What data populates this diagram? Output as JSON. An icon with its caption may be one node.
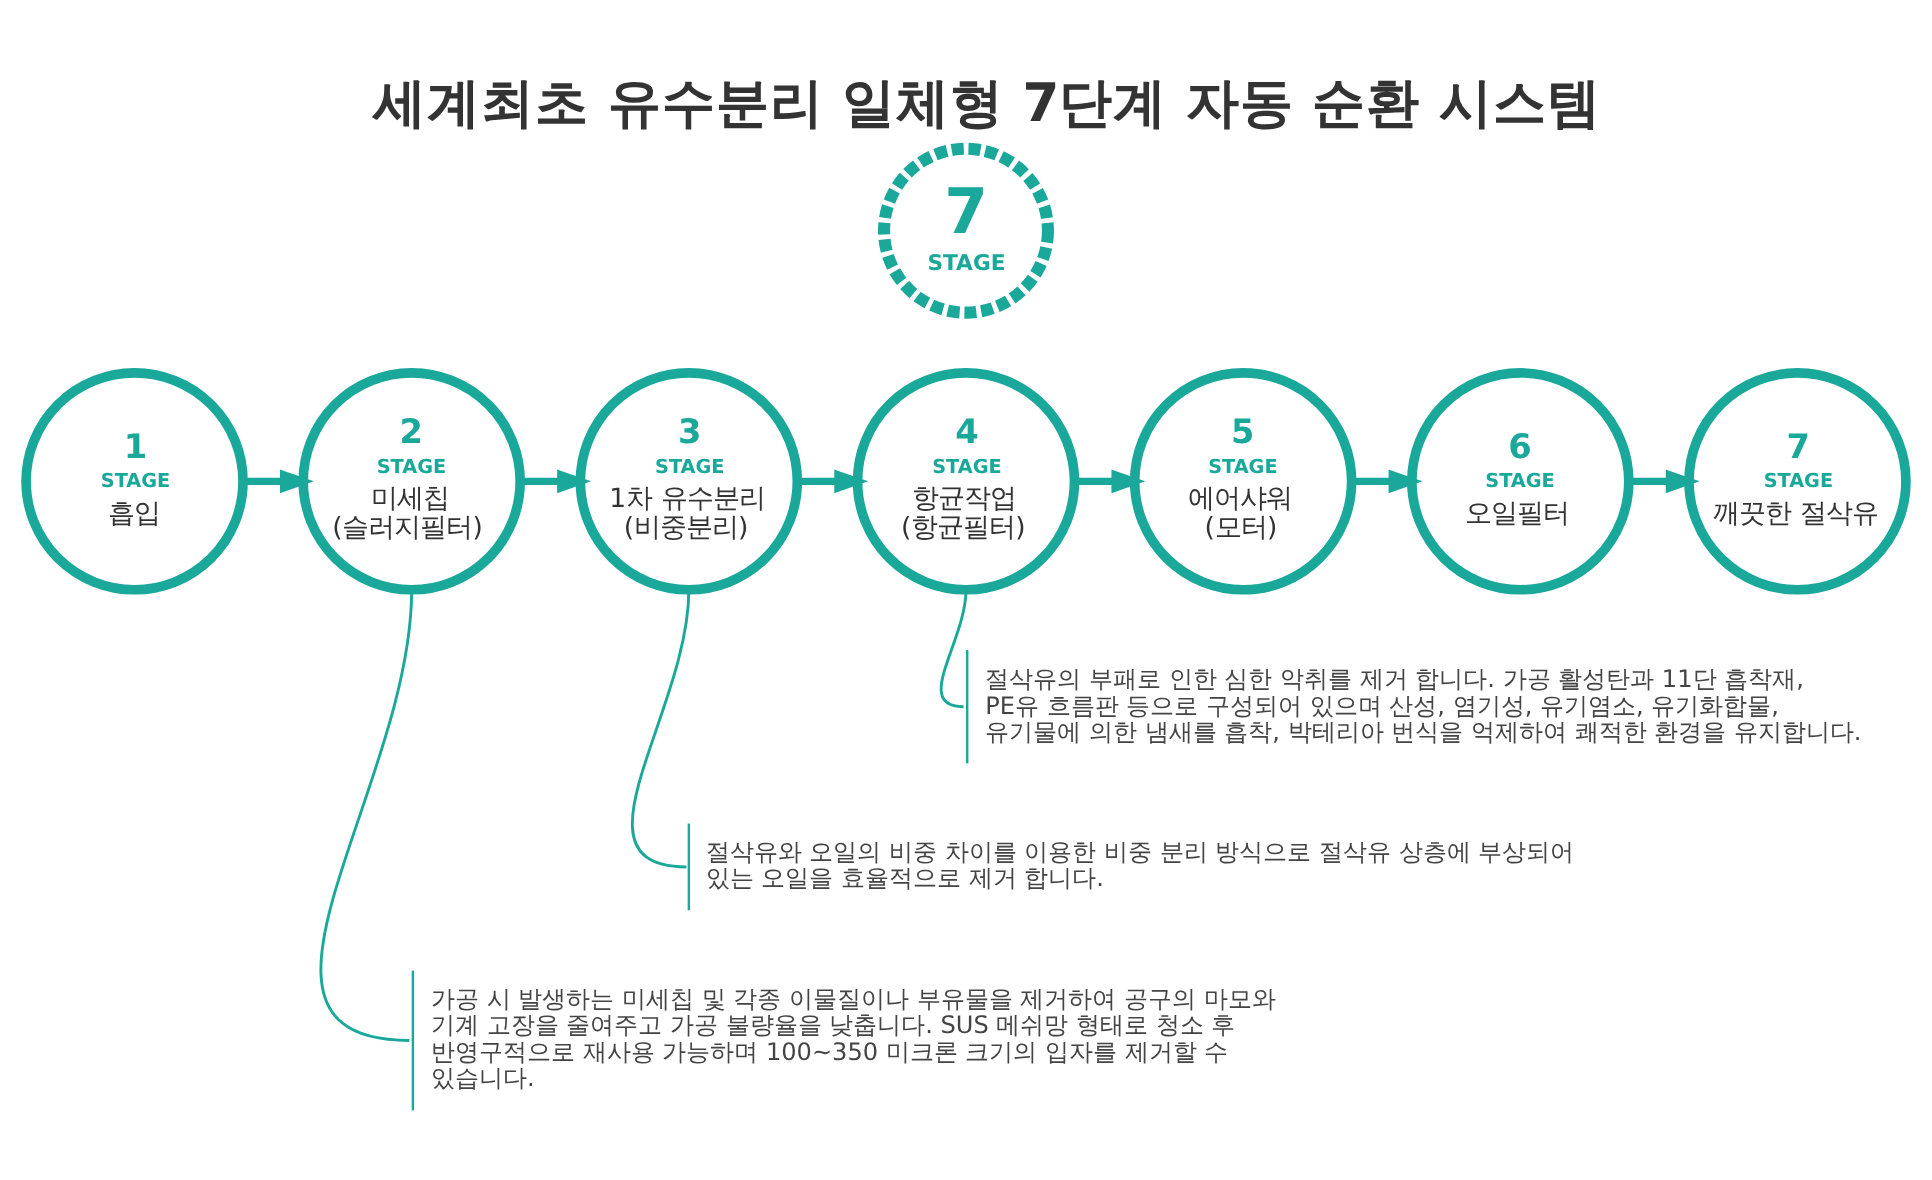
{
  "diagram": {
    "title": "세계최초 유수분리 일체형 7단계 자동 순환 시스템",
    "nodes": [
      {
        "text": [
          "7",
          "STAGE"
        ]
      },
      {
        "text": [
          "1",
          "STAGE",
          "흡입"
        ]
      },
      {
        "text": [
          "2",
          "STAGE",
          "미세칩 (슬러지필터)"
        ]
      },
      {
        "text": [
          "3",
          "STAGE",
          "1차 유수분리 (비중분리)"
        ]
      },
      {
        "text": [
          "4",
          "STAGE",
          "항균작업 (항균필터)"
        ]
      },
      {
        "text": [
          "5",
          "STAGE",
          "에어샤워 (모터)"
        ]
      },
      {
        "text": [
          "6",
          "STAGE",
          "오일필터"
        ]
      },
      {
        "text": [
          "7",
          "STAGE",
          "깨끗한 절삭유"
        ]
      },
      {
        "text": [
          "절삭유의 부패로 인한 심한 악취를 제거 합니다. 가공 활성탄과 11단 흡착재, PE유 흐름판 등으로 구성되어 있으며 산성, 염기성, 유기염소, 유기화합물, 유기물에 의한 냄새를 흡착, 박테리아 번식을 억제하여 쾌적한 환경을 유지합니다."
        ]
      },
      {
        "text": [
          "절삭유와 오일의 비중 차이를 이용한 비중 분리 방식으로 절삭유 상층에 부상되어 있는 오일을 효율적으로 제거 합니다."
        ]
      },
      {
        "text": [
          "가공 시 발생하는 미세칩 및 각종 이물질이나 부유물을 제거하여 공구의 마모와 기계 고장을 줄여주고 가공 불량율을 낮춥니다. SUS 메쉬망 형태로 청소 후 반영구적으로 재사용 가능하며 100~350 미크론 크기의 입자를 제거할 수 있습니다."
        ]
      }
    ],
    "edges": [
      {
        "from": 1,
        "to": 2,
        "arrow": "to"
      },
      {
        "from": 2,
        "to": 3,
        "arrow": "to"
      },
      {
        "from": 3,
        "to": 4,
        "arrow": "to"
      },
      {
        "from": 4,
        "to": 5,
        "arrow": "to"
      },
      {
        "from": 5,
        "to": 6,
        "arrow": "to"
      },
      {
        "from": 6,
        "to": 7,
        "arrow": "to"
      },
      {
        "from": 8,
        "to": 4,
        "arrow": "none"
      },
      {
        "from": 9,
        "to": 3,
        "arrow": "none"
      },
      {
        "from": 10,
        "to": 2,
        "arrow": "none"
      }
    ]
  }
}
